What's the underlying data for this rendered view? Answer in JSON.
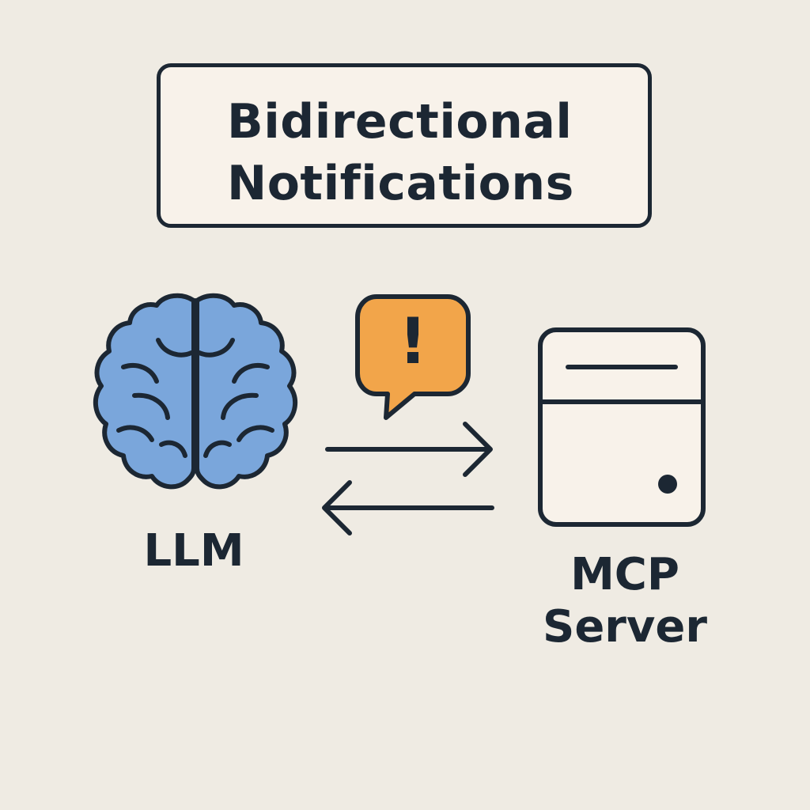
{
  "title": {
    "line1": "Bidirectional",
    "line2": "Notifications"
  },
  "nodes": {
    "llm": {
      "label": "LLM",
      "icon": "brain-icon"
    },
    "server": {
      "label_line1": "MCP",
      "label_line2": "Server",
      "icon": "server-icon"
    }
  },
  "notification": {
    "icon": "alert-speech-bubble-icon",
    "symbol": "!"
  },
  "arrows": {
    "forward": "arrow-right-icon",
    "backward": "arrow-left-icon"
  },
  "colors": {
    "background": "#efebe3",
    "ink": "#1c2733",
    "brain": "#7aa6db",
    "alert": "#f2a54a",
    "panel": "#f8f2ea"
  }
}
